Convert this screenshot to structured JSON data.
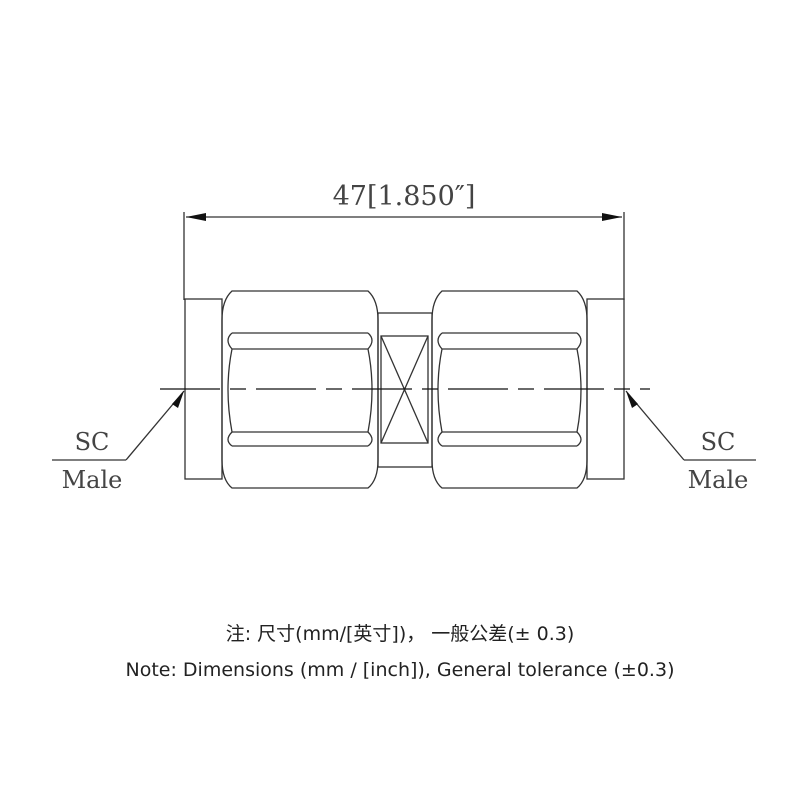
{
  "dimension": {
    "label": "47[1.850″]"
  },
  "left_label": {
    "top": "SC",
    "bottom": "Male"
  },
  "right_label": {
    "top": "SC",
    "bottom": "Male"
  },
  "notes": {
    "chinese": "注: 尺寸(mm/[英寸])， 一般公差(± 0.3)",
    "english": "Note: Dimensions (mm / [inch]), General tolerance (±0.3)"
  }
}
